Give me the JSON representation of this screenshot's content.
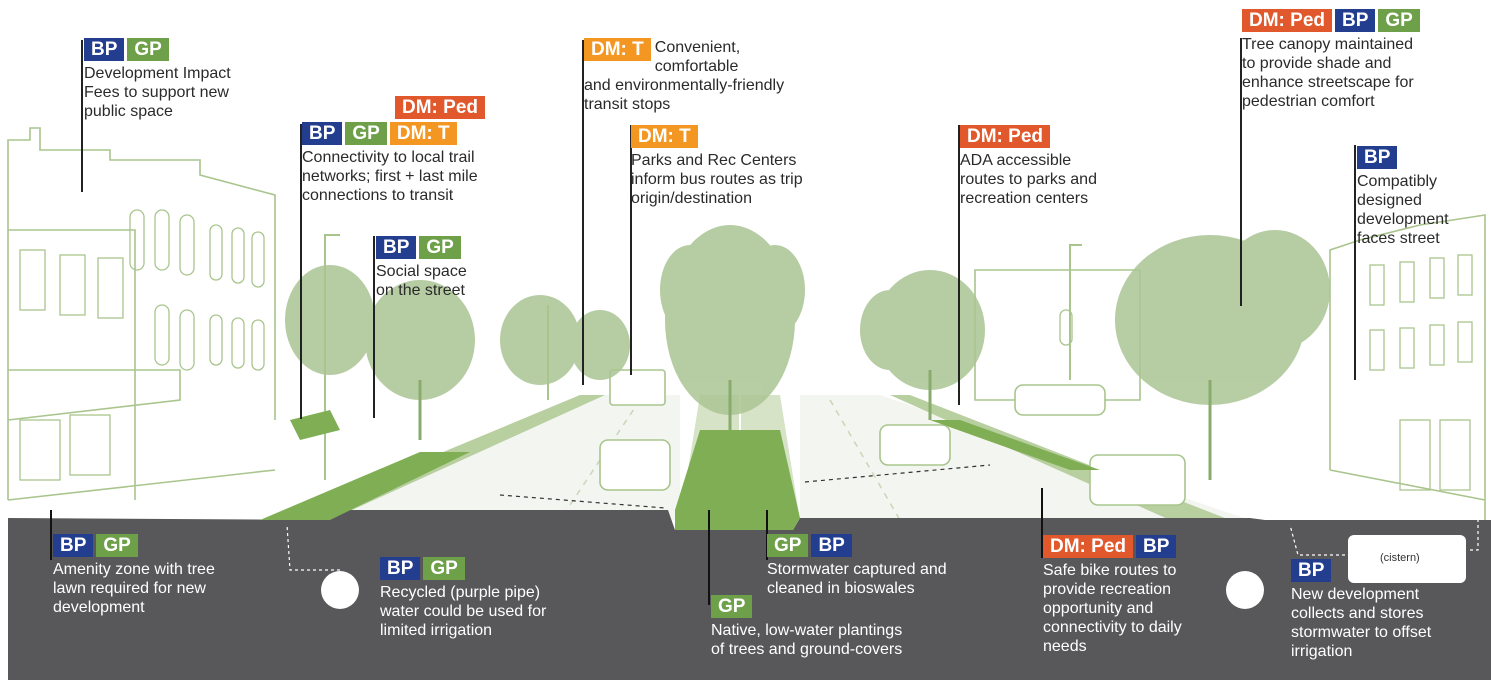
{
  "colors": {
    "bp": "#233d8f",
    "gp": "#6ea04a",
    "dm_ped": "#e0582b",
    "dm_t": "#f39722",
    "ground": "#58585a",
    "foliage": "#aac493",
    "sketch_line": "#a9c58d"
  },
  "annotations_above": [
    {
      "tags": [
        "BP",
        "GP"
      ],
      "text": "Development Impact\nFees to support new\npublic space"
    },
    {
      "tags": [
        "DM: T"
      ],
      "text": "Convenient, comfortable\nand environmentally-friendly\ntransit stops"
    },
    {
      "tags": [
        "DM: Ped",
        "BP",
        "GP"
      ],
      "text": "Tree canopy maintained\nto provide shade and\nenhance streetscape for\npedestrian comfort"
    },
    {
      "tags_top": [
        "DM: Ped"
      ],
      "tags": [
        "BP",
        "GP",
        "DM: T"
      ],
      "text": "Connectivity to local trail\nnetworks; first + last mile\nconnections to transit"
    },
    {
      "tags": [
        "DM: T"
      ],
      "text": "Parks and Rec Centers\ninform bus routes as trip\norigin/destination"
    },
    {
      "tags": [
        "DM: Ped"
      ],
      "text": "ADA accessible\nroutes to parks and\nrecreation centers"
    },
    {
      "tags": [
        "BP"
      ],
      "text": "Compatibly\ndesigned\ndevelopment\nfaces street"
    },
    {
      "tags": [
        "BP",
        "GP"
      ],
      "text": "Social space\non the street"
    }
  ],
  "annotations_below": [
    {
      "tags": [
        "BP",
        "GP"
      ],
      "text": "Amenity zone with tree\nlawn required for new\ndevelopment"
    },
    {
      "tags": [
        "BP",
        "GP"
      ],
      "text": "Recycled (purple pipe)\nwater could be used for\nlimited irrigation"
    },
    {
      "tags": [
        "GP",
        "BP"
      ],
      "text": "Stormwater captured and\ncleaned in bioswales"
    },
    {
      "tags": [
        "GP"
      ],
      "text": "Native, low-water plantings\nof trees and ground-covers"
    },
    {
      "tags": [
        "DM: Ped",
        "BP"
      ],
      "text": "Safe bike routes to\nprovide recreation\nopportunity and\nconnectivity to daily\nneeds"
    },
    {
      "tags": [
        "BP"
      ],
      "text": "New development\ncollects and stores\nstormwater to offset\nirrigation"
    }
  ],
  "cistern_label": "(cistern)"
}
